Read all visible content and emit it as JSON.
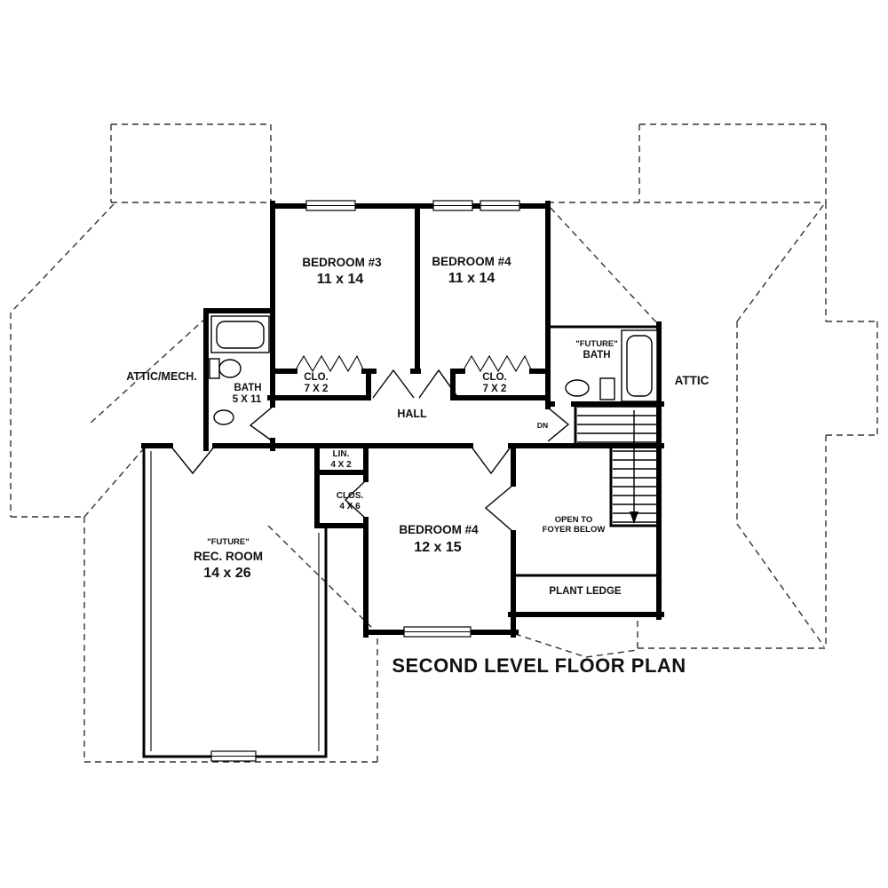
{
  "title": "SECOND LEVEL FLOOR PLAN",
  "rooms": {
    "bedroom3": {
      "name": "BEDROOM #3",
      "size": "11 x 14"
    },
    "bedroom4_upper": {
      "name": "BEDROOM #4",
      "size": "11 x 14"
    },
    "bedroom4_lower": {
      "name": "BEDROOM #4",
      "size": "12 x 15"
    },
    "attic_mech": {
      "name": "ATTIC/MECH."
    },
    "bath": {
      "name": "BATH",
      "size": "5 X 11"
    },
    "closet_left": {
      "name": "CLO.",
      "size": "7 X 2"
    },
    "closet_right": {
      "name": "CLO.",
      "size": "7 X 2"
    },
    "hall": {
      "name": "HALL"
    },
    "future_bath": {
      "prefix": "\"FUTURE\"",
      "name": "BATH"
    },
    "attic": {
      "name": "ATTIC"
    },
    "linen": {
      "name": "LIN.",
      "size": "4 X 2"
    },
    "closet_small": {
      "name": "CLOS.",
      "size": "4 X 6"
    },
    "rec_room": {
      "prefix": "\"FUTURE\"",
      "name": "REC. ROOM",
      "size": "14 x 26"
    },
    "open_to_foyer": {
      "line1": "OPEN TO",
      "line2": "FOYER BELOW"
    },
    "plant_ledge": {
      "name": "PLANT LEDGE"
    },
    "stairs": {
      "direction": "DN"
    }
  },
  "colors": {
    "wall": "#000000",
    "roofline": "#333333",
    "background": "#ffffff",
    "text": "#111111"
  }
}
